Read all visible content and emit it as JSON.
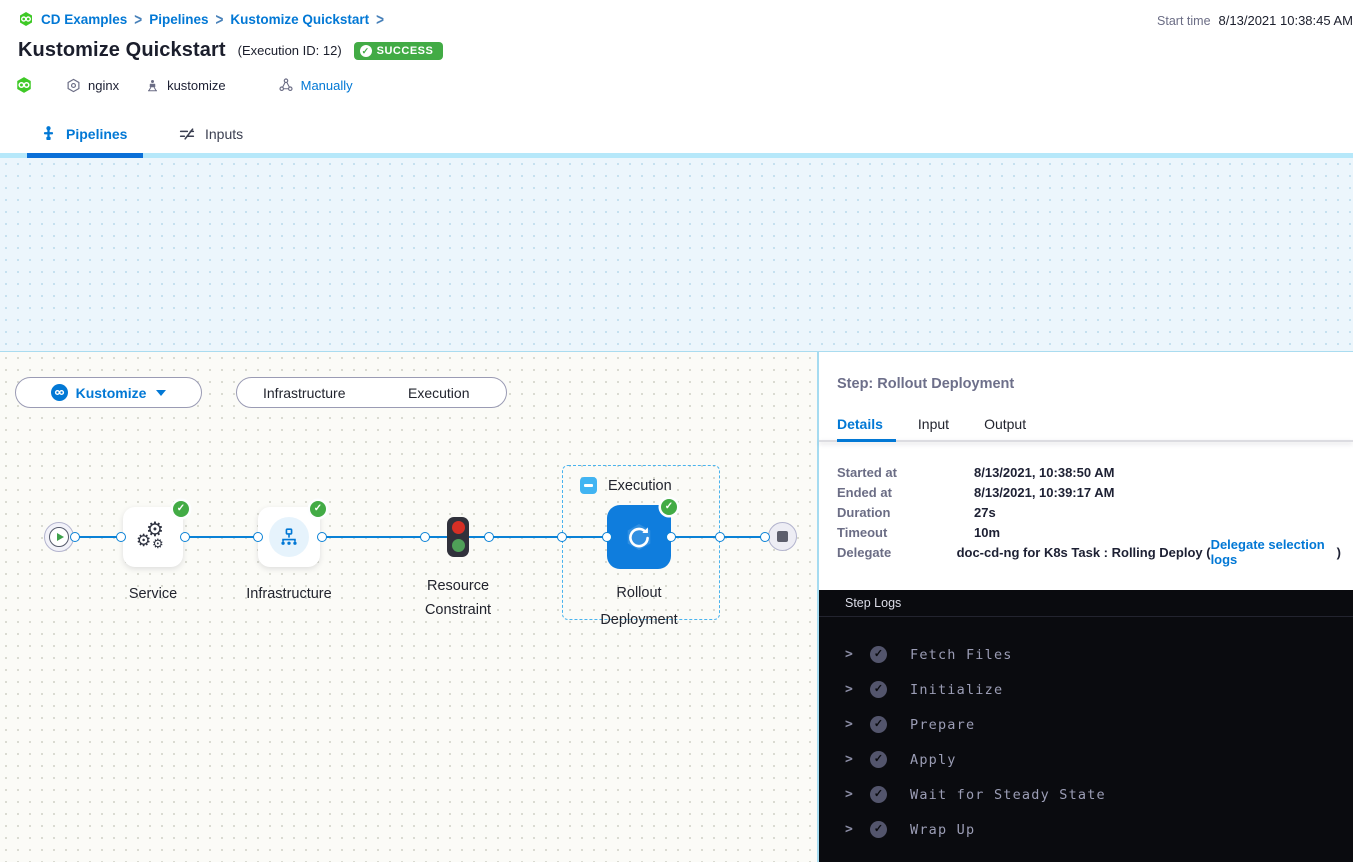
{
  "colors": {
    "accent_blue": "#0278d5",
    "success_green": "#42ab45",
    "stage_node_blue": "#0b8ce4",
    "log_background": "#0a0b0f"
  },
  "header": {
    "breadcrumb": {
      "items": [
        "CD Examples",
        "Pipelines",
        "Kustomize Quickstart"
      ],
      "separator": ">"
    },
    "start_time": {
      "label": "Start time",
      "value": "8/13/2021 10:38:45 AM"
    },
    "title": "Kustomize Quickstart",
    "execution_id": "(Execution ID: 12)",
    "status_badge": "SUCCESS",
    "service_name": "nginx",
    "environment_name": "kustomize",
    "trigger_label": "Manually"
  },
  "main_tabs": {
    "pipelines": "Pipelines",
    "inputs": "Inputs"
  },
  "pipeline_graph": {
    "stage_label": "Kustomize"
  },
  "stage_canvas": {
    "stage_selector_label": "Kustomize",
    "toggle": {
      "infrastructure": "Infrastructure",
      "execution": "Execution"
    },
    "group_label": "Execution",
    "node_labels": {
      "service": "Service",
      "infrastructure": "Infrastructure",
      "resource_constraint": "Resource Constraint",
      "rollout": "Rollout Deployment"
    }
  },
  "step_panel": {
    "title": "Step: Rollout Deployment",
    "tabs": {
      "details": "Details",
      "input": "Input",
      "output": "Output"
    },
    "rows": [
      {
        "label": "Started at",
        "value": "8/13/2021, 10:38:50 AM"
      },
      {
        "label": "Ended at",
        "value": "8/13/2021, 10:39:17 AM"
      },
      {
        "label": "Duration",
        "value": "27s"
      },
      {
        "label": "Timeout",
        "value": "10m"
      },
      {
        "label": "Delegate",
        "value": "doc-cd-ng for K8s Task : Rolling Deploy (",
        "link": "Delegate selection logs",
        "suffix": ")"
      }
    ]
  },
  "step_logs": {
    "title": "Step Logs",
    "sections": [
      "Fetch Files",
      "Initialize",
      "Prepare",
      "Apply",
      "Wait for Steady State",
      "Wrap Up"
    ]
  }
}
